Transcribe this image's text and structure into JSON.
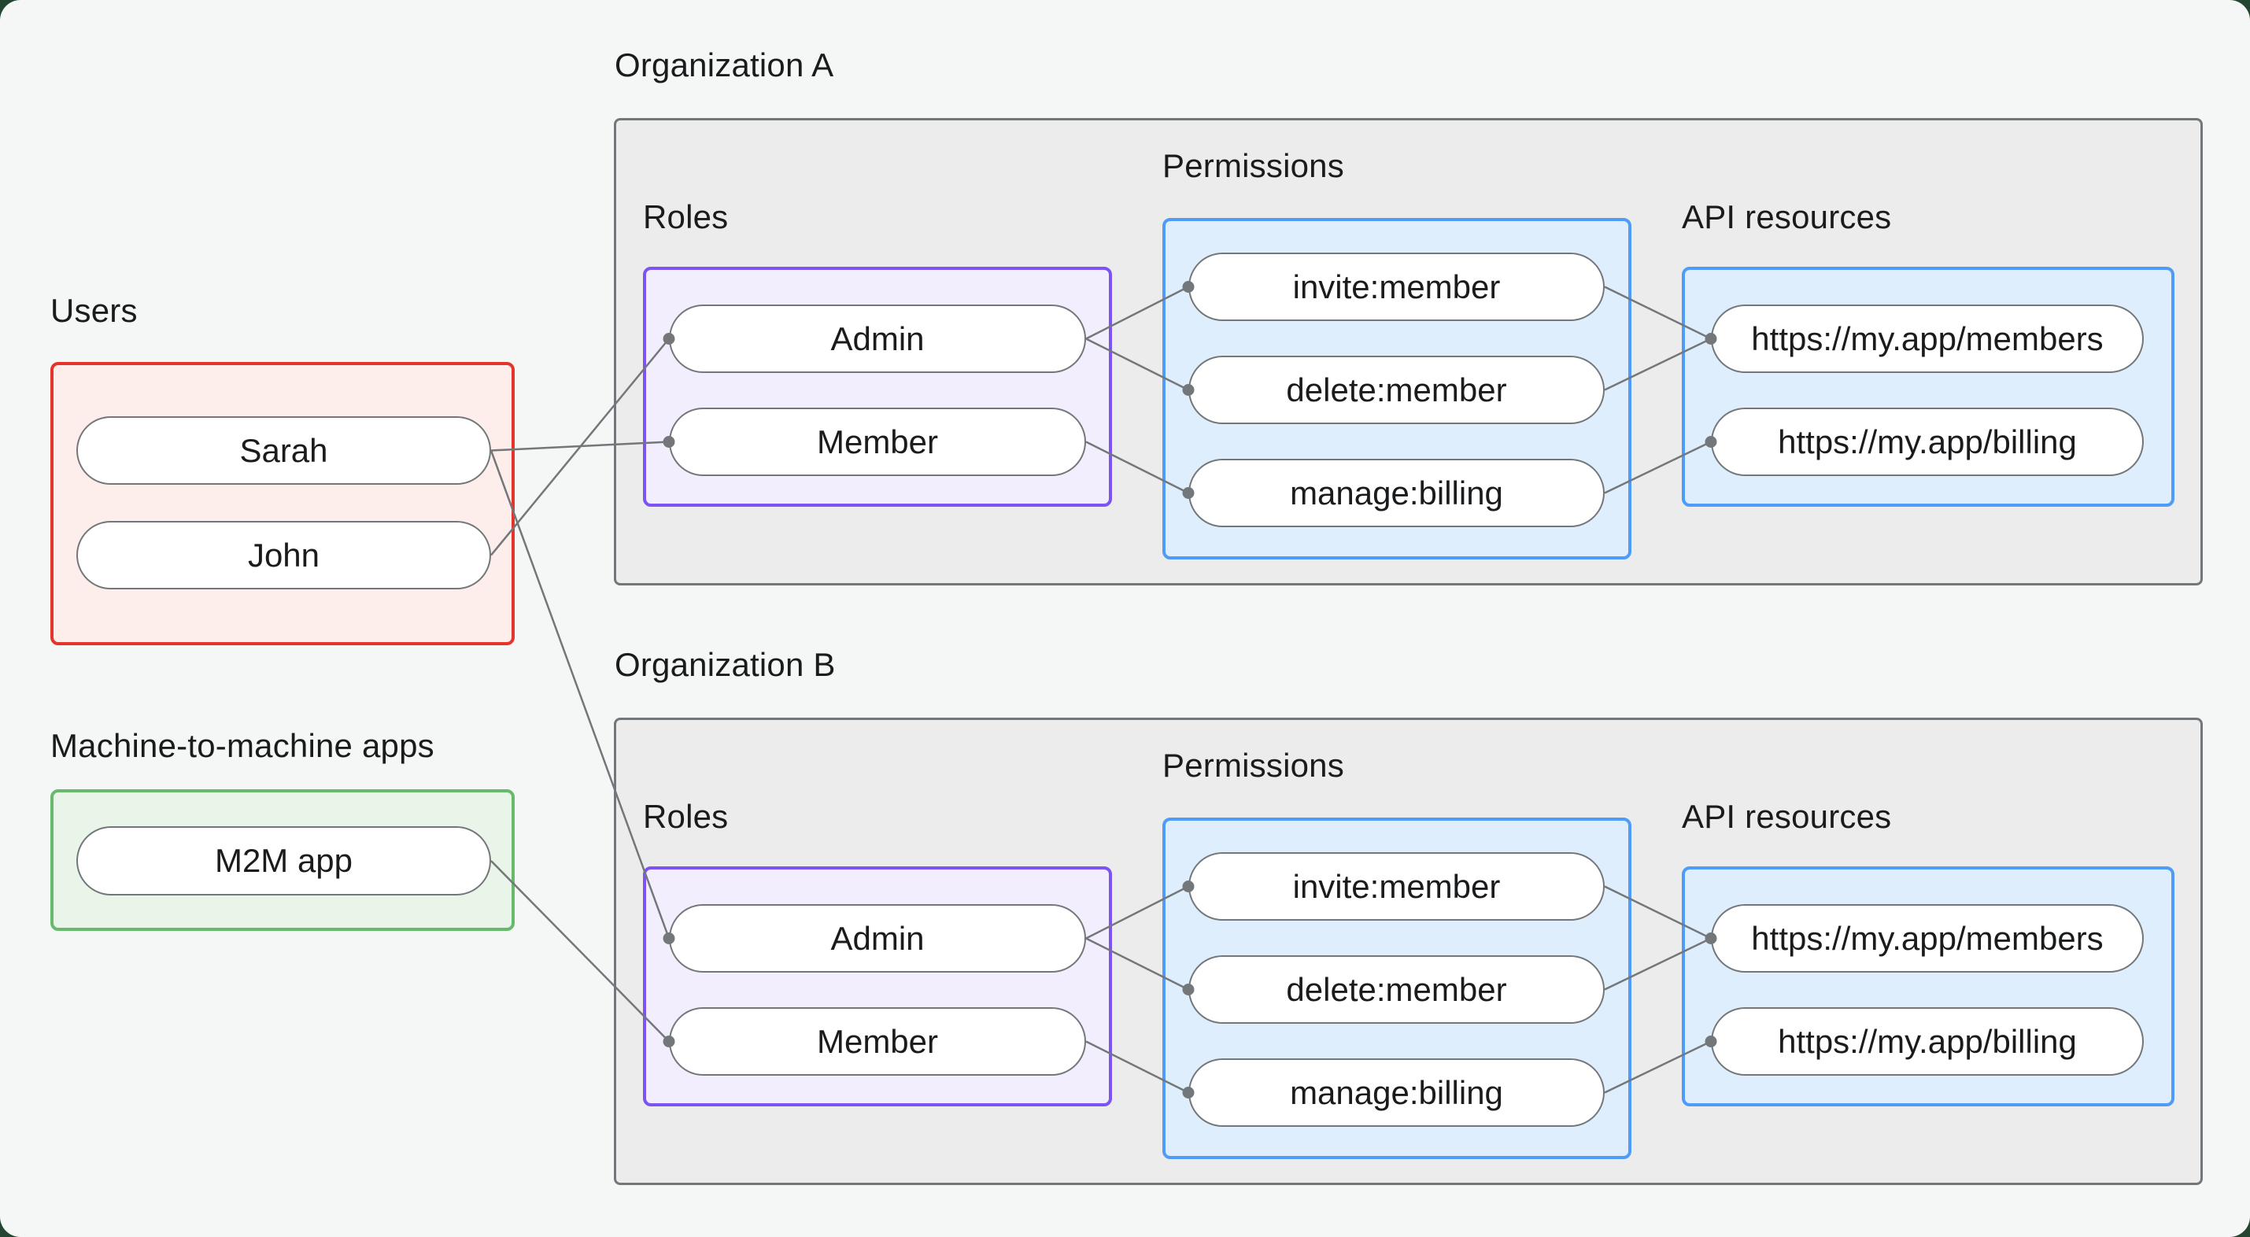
{
  "palette": {
    "canvas_background": "#f5f7f6",
    "window_backdrop": "#24452f",
    "org_fill": "#ececec",
    "org_border": "#737779",
    "users_border": "#e5352b",
    "users_fill": "#fdedeb",
    "m2m_border": "#67b96c",
    "m2m_fill": "#eaf5ea",
    "roles_border": "#7d54f3",
    "roles_fill": "#f3eefd",
    "permissions_border": "#4f9cf8",
    "permissions_fill": "#dfeefc",
    "node_fill": "#ffffff",
    "node_border": "#737779",
    "edge_color": "#737779",
    "text_color": "#191b1d"
  },
  "users_group": {
    "label": "Users",
    "nodes": [
      "Sarah",
      "John"
    ]
  },
  "m2m_group": {
    "label": "Machine-to-machine apps",
    "nodes": [
      "M2M app"
    ]
  },
  "orgs": [
    {
      "label": "Organization A",
      "roles": {
        "label": "Roles",
        "nodes": [
          "Admin",
          "Member"
        ]
      },
      "permissions": {
        "label": "Permissions",
        "nodes": [
          "invite:member",
          "delete:member",
          "manage:billing"
        ]
      },
      "api_resources": {
        "label": "API resources",
        "nodes": [
          "https://my.app/members",
          "https://my.app/billing"
        ]
      }
    },
    {
      "label": "Organization B",
      "roles": {
        "label": "Roles",
        "nodes": [
          "Admin",
          "Member"
        ]
      },
      "permissions": {
        "label": "Permissions",
        "nodes": [
          "invite:member",
          "delete:member",
          "manage:billing"
        ]
      },
      "api_resources": {
        "label": "API resources",
        "nodes": [
          "https://my.app/members",
          "https://my.app/billing"
        ]
      }
    }
  ],
  "edges": [
    {
      "from": "Sarah",
      "to": "Organization A / Member"
    },
    {
      "from": "John",
      "to": "Organization A / Admin"
    },
    {
      "from": "Sarah",
      "to": "Organization B / Admin"
    },
    {
      "from": "M2M app",
      "to": "Organization B / Member"
    },
    {
      "from": "Organization A / Admin",
      "to": "Organization A / invite:member"
    },
    {
      "from": "Organization A / Admin",
      "to": "Organization A / delete:member"
    },
    {
      "from": "Organization A / Member",
      "to": "Organization A / manage:billing"
    },
    {
      "from": "Organization A / invite:member",
      "to": "Organization A / https://my.app/members"
    },
    {
      "from": "Organization A / delete:member",
      "to": "Organization A / https://my.app/members"
    },
    {
      "from": "Organization A / manage:billing",
      "to": "Organization A / https://my.app/billing"
    },
    {
      "from": "Organization B / Admin",
      "to": "Organization B / invite:member"
    },
    {
      "from": "Organization B / Admin",
      "to": "Organization B / delete:member"
    },
    {
      "from": "Organization B / Member",
      "to": "Organization B / manage:billing"
    },
    {
      "from": "Organization B / invite:member",
      "to": "Organization B / https://my.app/members"
    },
    {
      "from": "Organization B / delete:member",
      "to": "Organization B / https://my.app/members"
    },
    {
      "from": "Organization B / manage:billing",
      "to": "Organization B / https://my.app/billing"
    }
  ]
}
